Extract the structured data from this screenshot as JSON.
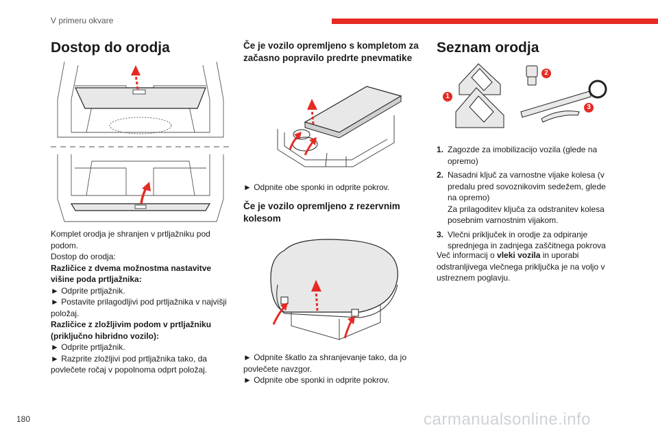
{
  "header": {
    "section": "V primeru okvare",
    "accent_color": "#e52b24"
  },
  "page_number": "180",
  "watermark": "carmanualsonline.info",
  "col1": {
    "title": "Dostop do orodja",
    "lines": [
      "Komplet orodja je shranjen v prtljažniku pod",
      "podom.",
      "Dostop do orodja:",
      "Različice z dvema možnostma nastavitve",
      "višine poda prtljažnika:",
      "► Odprite prtljažnik.",
      "► Postavite prilagodljivi pod prtljažnika v najvišji",
      "položaj.",
      "Različice z zložljivim podom v prtljažniku",
      "(priključno hibridno vozilo):",
      "► Odprite prtljažnik.",
      "► Razprite zložljivi pod prtljažnika tako, da",
      "povlečete ročaj v popolnoma odprt položaj."
    ]
  },
  "col2": {
    "heading1": "Če je vozilo opremljeno s kompletom za začasno popravilo predrte pnevmatike",
    "step1": "► Odpnite obe sponki in odprite pokrov.",
    "heading2": "Če je vozilo opremljeno z rezervnim kolesom",
    "steps2": [
      "► Odpnite škatlo za shranjevanje tako, da jo",
      "povlečete navzgor.",
      "► Odpnite obe sponki in odprite pokrov."
    ]
  },
  "col3": {
    "title": "Seznam orodja",
    "badges": [
      "1",
      "2",
      "3"
    ],
    "items": [
      {
        "num": "1.",
        "lines": [
          "Zagozde za imobilizacijo vozila (glede na",
          "opremo)"
        ]
      },
      {
        "num": "2.",
        "lines": [
          "Nasadni ključ za varnostne vijake kolesa (v",
          "predalu pred sovoznikovim sedežem, glede",
          "na opremo)",
          "Za prilagoditev ključa za odstranitev kolesa",
          "posebnim varnostnim vijakom."
        ]
      },
      {
        "num": "3.",
        "lines": [
          "Vlečni priključek in orodje za odpiranje",
          "sprednjega in zadnjega zaščitnega pokrova"
        ]
      }
    ],
    "info_pre": "Več informacij o ",
    "info_bold": "vleki vozila",
    "info_post1": " in uporabi",
    "info_lines": [
      "odstranljivega vlečnega priključka je na voljo v",
      "ustreznem poglavju."
    ]
  }
}
